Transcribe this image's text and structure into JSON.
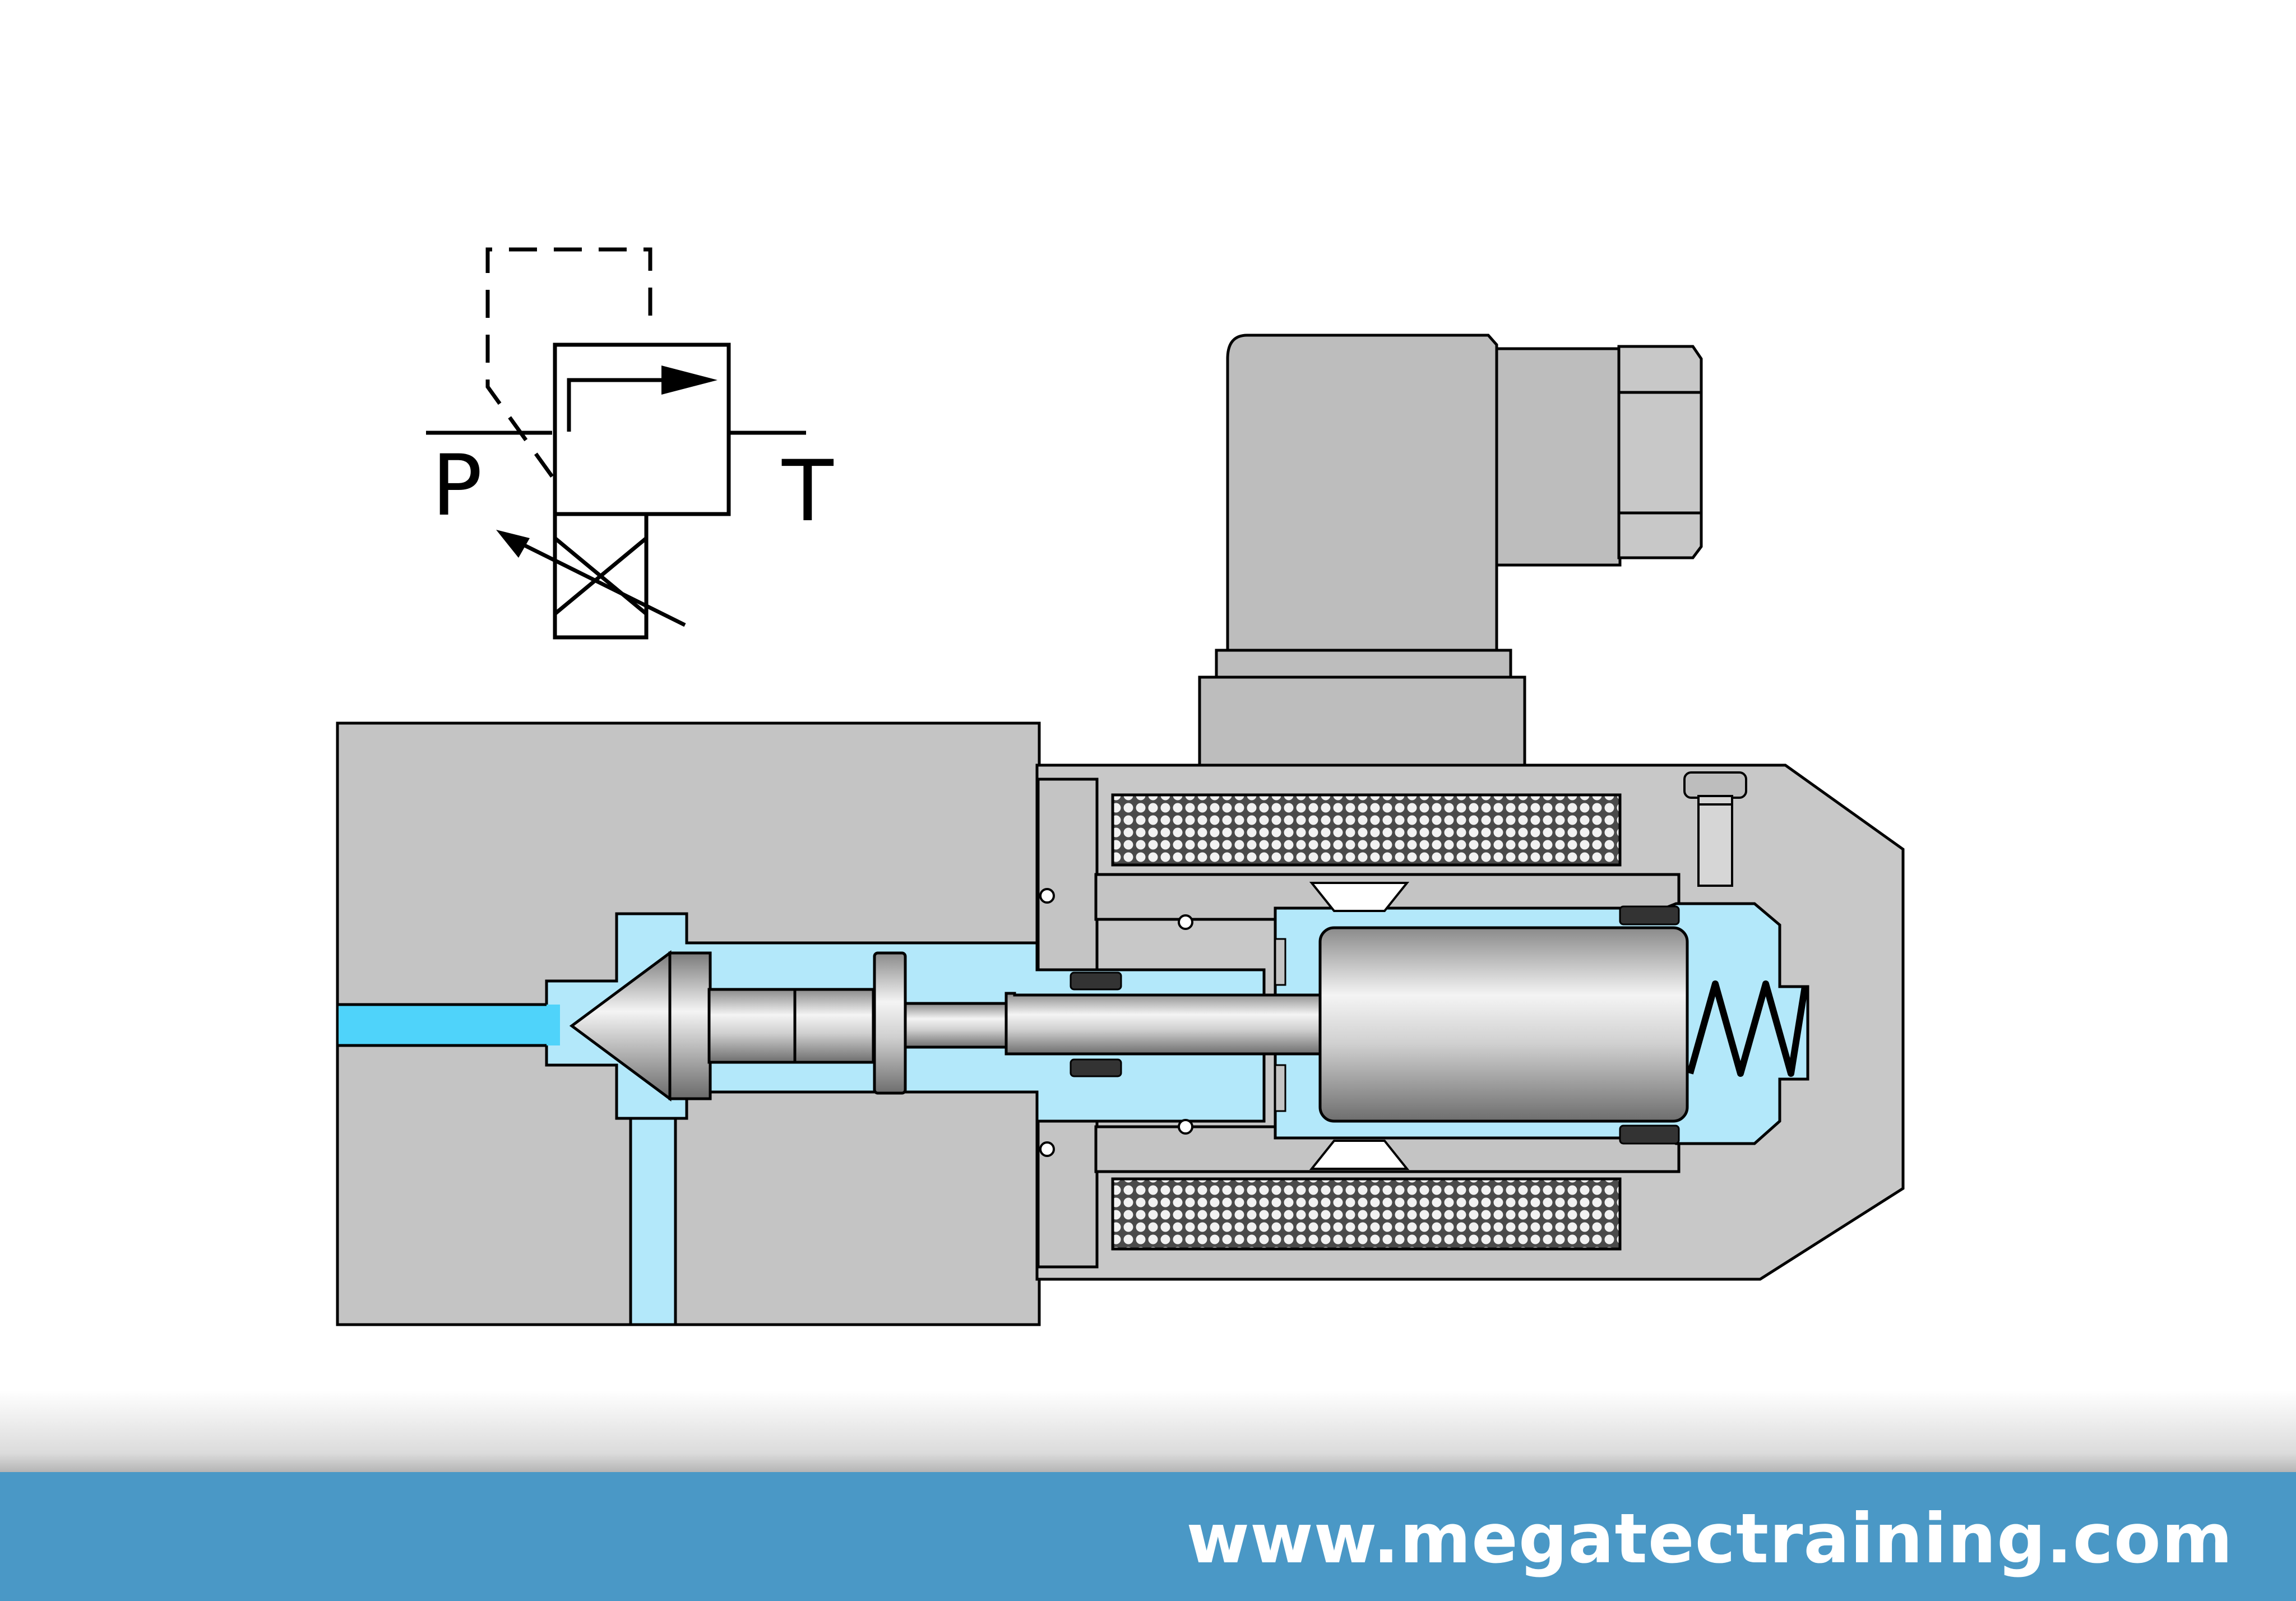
{
  "symbol": {
    "port_p": "P",
    "port_t": "T"
  },
  "footer": {
    "url": "www.megatectraining.com"
  },
  "colors": {
    "body_gray": "#c4c4c4",
    "fluid_light": "#b3e8fa",
    "fluid_pressure": "#4fd3fa",
    "footer_bar": "#4a98c6",
    "seal_dark": "#333333"
  },
  "icons": [
    "proportional-relief-valve-symbol",
    "solenoid-connector",
    "coil",
    "armature",
    "spring",
    "poppet"
  ]
}
